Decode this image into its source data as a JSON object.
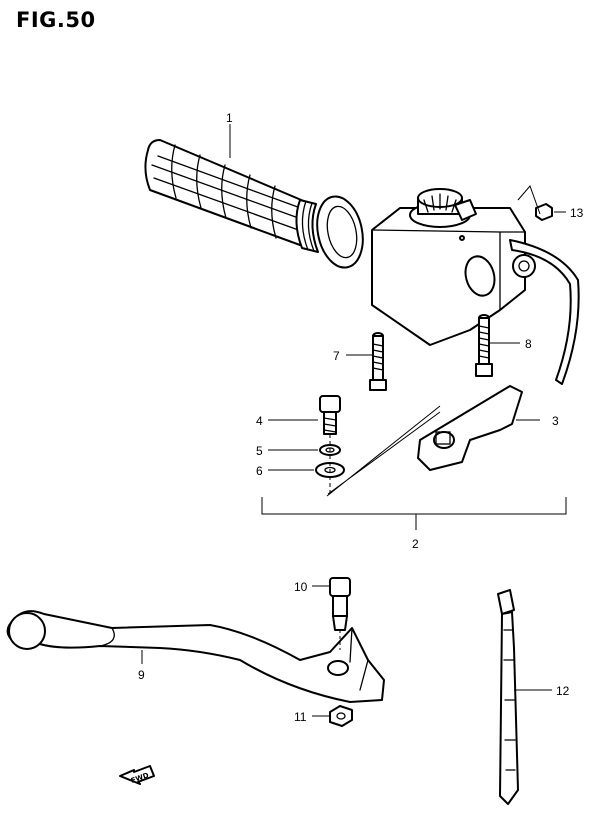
{
  "figure_title": "FIG.50",
  "callouts": {
    "p1": "1",
    "p2": "2",
    "p3": "3",
    "p4": "4",
    "p5": "5",
    "p6": "6",
    "p7": "7",
    "p8": "8",
    "p9": "9",
    "p10": "10",
    "p11": "11",
    "p12": "12",
    "p13": "13"
  },
  "direction_marker": "FWD"
}
